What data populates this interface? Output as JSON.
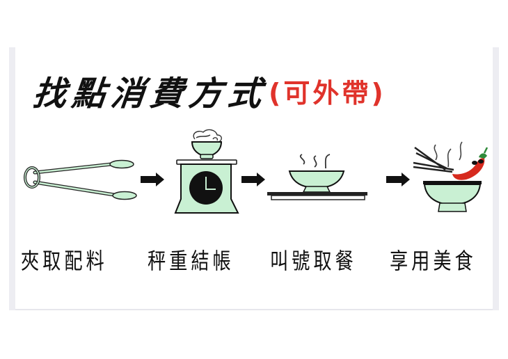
{
  "title": {
    "main": "找點消費方式",
    "sub": "(可外帶)",
    "main_color": "#111111",
    "sub_color": "#e0332b"
  },
  "steps": [
    {
      "label": "夾取配料",
      "icon": "tongs-icon"
    },
    {
      "label": "秤重結帳",
      "icon": "scale-with-bowl-icon"
    },
    {
      "label": "叫號取餐",
      "icon": "bowl-on-tray-icon"
    },
    {
      "label": "享用美食",
      "icon": "bowl-chopsticks-chili-icon"
    }
  ],
  "arrows": [
    "arrow-right-icon",
    "arrow-right-icon",
    "arrow-right-icon"
  ],
  "colors": {
    "bowl_fill": "#c9f0d3",
    "outline": "#111111",
    "chili": "#d62a1e",
    "chili_stem": "#2f8a3a",
    "frame": "#ededf2"
  }
}
